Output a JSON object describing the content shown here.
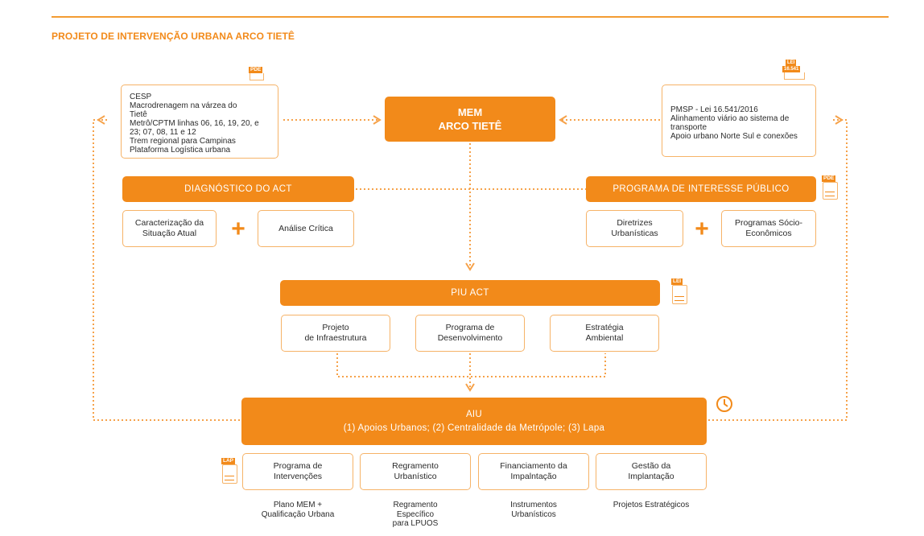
{
  "title": "PROJETO DE INTERVENÇÃO URBANA ARCO TIETÊ",
  "accent_color": "#f28a1a",
  "mem": {
    "line1": "MEM",
    "line2": "ARCO TIETÊ"
  },
  "left_note": {
    "tag": "PDE",
    "lines": [
      "CESP",
      "Macrodrenagem na várzea do",
      "Tietê",
      "Metrô/CPTM linhas 06, 16, 19, 20, e",
      "23; 07, 08, 11 e 12",
      "Trem regional para Campinas",
      "Plataforma Logística urbana"
    ]
  },
  "right_note": {
    "tag_line1": "LEI",
    "tag_line2": "16.541",
    "lines": [
      "PMSP - Lei 16.541/2016",
      "Alinhamento viário ao sistema de",
      "transporte",
      "Apoio urbano Norte Sul e conexões"
    ]
  },
  "diagnostico": {
    "title": "DIAGNÓSTICO DO ACT",
    "box1_line1": "Caracterização da",
    "box1_line2": "Situação Atual",
    "plus": "+",
    "box2": "Análise Crítica"
  },
  "programa": {
    "title": "PROGRAMA DE INTERESSE PÚBLICO",
    "tag": "PDE",
    "box1_line1": "Diretrizes",
    "box1_line2": "Urbanísticas",
    "plus": "+",
    "box2_line1": "Programas Sócio-",
    "box2_line2": "Econômicos"
  },
  "piu": {
    "title": "PIU ACT",
    "tag": "LEI",
    "box1_line1": "Projeto",
    "box1_line2": "de Infraestrutura",
    "box2_line1": "Programa de",
    "box2_line2": "Desenvolvimento",
    "box3_line1": "Estratégia",
    "box3_line2": "Ambiental"
  },
  "aiu": {
    "line1": "AIU",
    "line2": "(1) Apoios Urbanos; (2) Centralidade da Metrópole; (3) Lapa",
    "clock_icon": "clock-icon"
  },
  "bottom": {
    "tag": "LAP",
    "boxes": [
      {
        "line1": "Programa de",
        "line2": "Intervenções"
      },
      {
        "line1": "Regramento",
        "line2": "Urbanístico"
      },
      {
        "line1": "Financiamento da",
        "line2": "Impalntação"
      },
      {
        "line1": "Gestão da",
        "line2": "Implantação"
      }
    ],
    "captions": [
      {
        "line1": "Plano MEM +",
        "line2": "Qualificação Urbana",
        "line3": ""
      },
      {
        "line1": "Regramento",
        "line2": "Específico",
        "line3": "para LPUOS"
      },
      {
        "line1": "Instrumentos",
        "line2": "Urbanísticos",
        "line3": ""
      },
      {
        "line1": "Projetos Estratégicos",
        "line2": "",
        "line3": ""
      }
    ]
  }
}
